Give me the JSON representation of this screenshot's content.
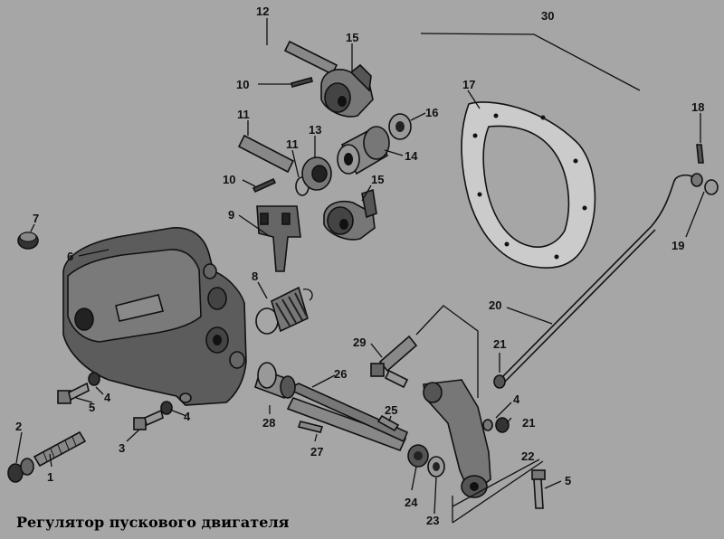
{
  "caption": "Регулятор пускового двигателя",
  "callouts": [
    "1",
    "2",
    "3",
    "4",
    "4",
    "5",
    "5",
    "6",
    "7",
    "8",
    "9",
    "10",
    "10",
    "11",
    "11",
    "12",
    "13",
    "14",
    "15",
    "15",
    "16",
    "17",
    "18",
    "19",
    "20",
    "21",
    "21",
    "22",
    "23",
    "24",
    "25",
    "26",
    "27",
    "28",
    "29",
    "30"
  ],
  "colors": {
    "background": "#a6a6a6",
    "ink": "#111111",
    "housing": "#5a5a5a",
    "gasket": "#c9c9c9"
  }
}
